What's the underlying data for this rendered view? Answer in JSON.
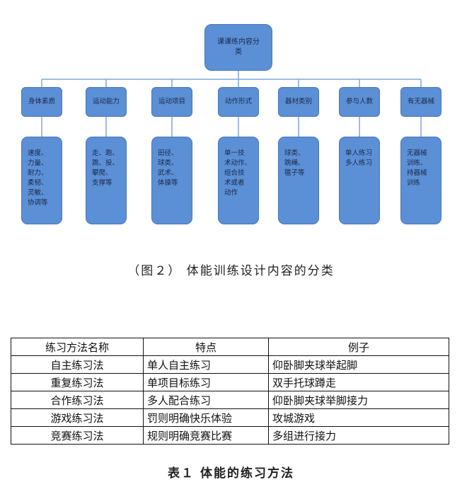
{
  "diagram": {
    "root": "课课练内容分类",
    "categories": [
      {
        "label": "身体素质",
        "detail": "速度、\n力量、\n耐力、\n柔韧、\n灵敏、\n协调等"
      },
      {
        "label": "运动能力",
        "detail": "走、跑、\n跳、投、\n攀爬、\n支撑等"
      },
      {
        "label": "运动项目",
        "detail": "田径、\n球类、\n武术、\n体操等"
      },
      {
        "label": "动作形式",
        "detail": "单一技\n术动作、\n组合技\n术或者\n动作"
      },
      {
        "label": "器材类别",
        "detail": "球类、\n跳绳、\n毽子等"
      },
      {
        "label": "参与人数",
        "detail": "单人练习\n多人练习"
      },
      {
        "label": "有无器械",
        "detail": "无器械\n训练、\n持器械\n训练"
      }
    ],
    "colors": {
      "node_fill": "#5b8fd6",
      "node_border": "#4a76b8",
      "connector": "#7fa6dd"
    }
  },
  "figure_caption": "（图２） 体能训练设计内容的分类",
  "table": {
    "headers": [
      "练习方法名称",
      "特点",
      "例子"
    ],
    "rows": [
      [
        "自主练习法",
        "单人自主练习",
        "仰卧脚夹球举起脚"
      ],
      [
        "重复练习法",
        "单项目标练习",
        "双手托球蹲走"
      ],
      [
        "合作练习法",
        "多人配合练习",
        "仰卧脚夹球举脚接力"
      ],
      [
        "游戏练习法",
        "罚则明确快乐体验",
        "攻城游戏"
      ],
      [
        "竞赛练习法",
        "规则明确竞赛比赛",
        "多组进行接力"
      ]
    ]
  },
  "table_caption": "表１  体能的练习方法"
}
